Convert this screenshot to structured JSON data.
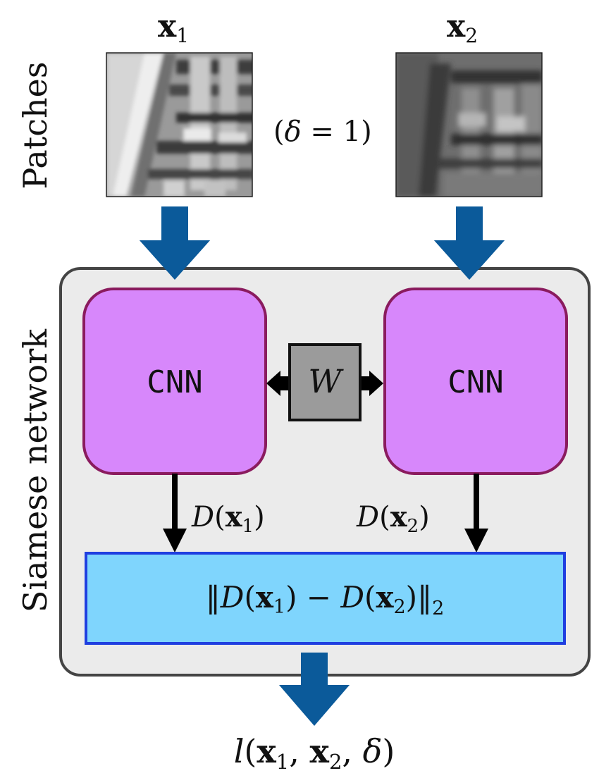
{
  "side_labels": {
    "patches": "Patches",
    "siamese": "Siamese network"
  },
  "patch_left": {
    "var": "x",
    "sub": "1"
  },
  "patch_right": {
    "var": "x",
    "sub": "2"
  },
  "delta_label": {
    "open": "(",
    "symbol": "δ",
    "eq": " = 1",
    "close": ")"
  },
  "cnn_left": "CNN",
  "cnn_right": "CNN",
  "weights": "W",
  "desc_left": {
    "fn": "D",
    "var": "x",
    "sub": "1"
  },
  "desc_right": {
    "fn": "D",
    "var": "x",
    "sub": "2"
  },
  "distance": {
    "open": "‖",
    "fn1": "D",
    "var1": "x",
    "sub1": "1",
    "minus": " − ",
    "fn2": "D",
    "var2": "x",
    "sub2": "2",
    "close": "‖",
    "norm": "2"
  },
  "loss": {
    "fn": "l",
    "var1": "x",
    "sub1": "1",
    "var2": "x",
    "sub2": "2",
    "symbol": "δ"
  },
  "colors": {
    "big_arrow": "#0b5a9a",
    "network_bg": "#ebebeb",
    "network_border": "#444444",
    "cnn_fill": "#d787fb",
    "cnn_border": "#8a1b5e",
    "weights_fill": "#9b9b9b",
    "distance_fill": "#7fd5fd",
    "distance_border": "#1f3fe0"
  }
}
